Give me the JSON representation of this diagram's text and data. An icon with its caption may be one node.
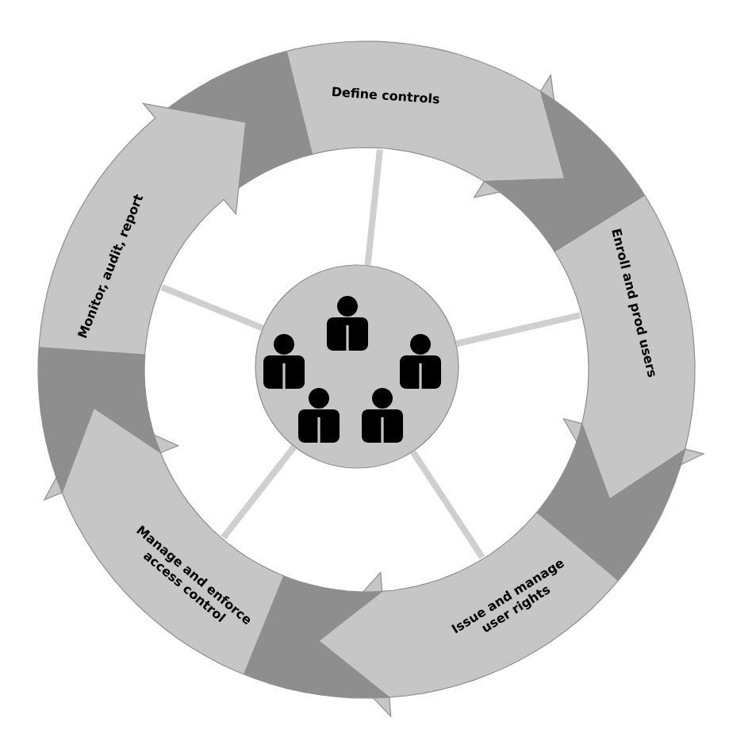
{
  "diagram": {
    "nodes": [
      {
        "text": [
          "Define controls"
        ]
      },
      {
        "text": [
          "Enroll and prod users"
        ]
      },
      {
        "text": [
          "Issue and manage user rights"
        ]
      },
      {
        "text": [
          "Manage and enforce access control"
        ]
      },
      {
        "text": [
          "Monitor, audit, report"
        ]
      },
      {
        "text": [],
        "shape": "circle"
      }
    ],
    "edges": [
      {
        "from": 5,
        "to": 0,
        "arrow": "none"
      },
      {
        "from": 5,
        "to": 1,
        "arrow": "none"
      },
      {
        "from": 5,
        "to": 2,
        "arrow": "none"
      },
      {
        "from": 5,
        "to": 3,
        "arrow": "none"
      },
      {
        "from": 5,
        "to": 4,
        "arrow": "none"
      }
    ]
  }
}
